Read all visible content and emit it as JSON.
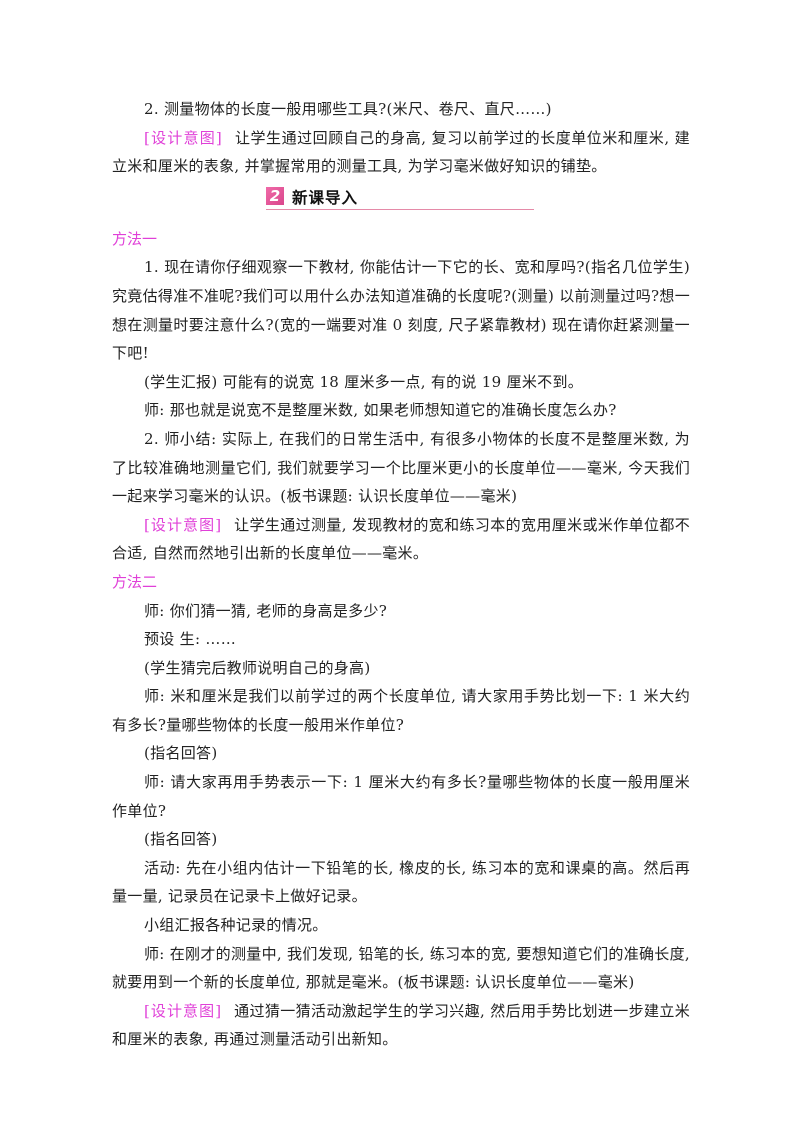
{
  "intro": {
    "q2": "2. 测量物体的长度一般用哪些工具?(米尺、卷尺、直尺……)",
    "design_tag": "[设计意图]",
    "design_text": "让学生通过回顾自己的身高, 复习以前学过的长度单位米和厘米, 建立米和厘米的表象, 并掌握常用的测量工具, 为学习毫米做好知识的铺垫。"
  },
  "section": {
    "number": "2",
    "title": "新课导入",
    "accent_color": "#e0559a"
  },
  "method1": {
    "label": "方法一",
    "paragraphs": [
      "1. 现在请你仔细观察一下教材, 你能估计一下它的长、宽和厚吗?(指名几位学生) 究竟估得准不准呢?我们可以用什么办法知道准确的长度呢?(测量) 以前测量过吗?想一想在测量时要注意什么?(宽的一端要对准 0 刻度, 尺子紧靠教材) 现在请你赶紧测量一下吧!",
      "(学生汇报) 可能有的说宽 18 厘米多一点, 有的说 19 厘米不到。",
      "师: 那也就是说宽不是整厘米数, 如果老师想知道它的准确长度怎么办?",
      "2. 师小结: 实际上, 在我们的日常生活中, 有很多小物体的长度不是整厘米数, 为了比较准确地测量它们, 我们就要学习一个比厘米更小的长度单位——毫米, 今天我们一起来学习毫米的认识。(板书课题: 认识长度单位——毫米)"
    ],
    "design_tag": "[设计意图]",
    "design_text": "让学生通过测量, 发现教材的宽和练习本的宽用厘米或米作单位都不合适, 自然而然地引出新的长度单位——毫米。"
  },
  "method2": {
    "label": "方法二",
    "paragraphs": [
      "师: 你们猜一猜, 老师的身高是多少?",
      "预设 生: ……",
      "(学生猜完后教师说明自己的身高)",
      "师: 米和厘米是我们以前学过的两个长度单位, 请大家用手势比划一下: 1 米大约有多长?量哪些物体的长度一般用米作单位?",
      "(指名回答)",
      "师: 请大家再用手势表示一下: 1 厘米大约有多长?量哪些物体的长度一般用厘米作单位?",
      "(指名回答)",
      "活动: 先在小组内估计一下铅笔的长, 橡皮的长, 练习本的宽和课桌的高。然后再量一量, 记录员在记录卡上做好记录。",
      "小组汇报各种记录的情况。",
      "师: 在刚才的测量中, 我们发现, 铅笔的长, 练习本的宽, 要想知道它们的准确长度, 就要用到一个新的长度单位, 那就是毫米。(板书课题: 认识长度单位——毫米)"
    ],
    "design_tag": "[设计意图]",
    "design_text": "通过猜一猜活动激起学生的学习兴趣, 然后用手势比划进一步建立米和厘米的表象, 再通过测量活动引出新知。"
  },
  "colors": {
    "design_tag": "#e040d8",
    "method_label": "#e040d8",
    "body_text": "#222222"
  }
}
